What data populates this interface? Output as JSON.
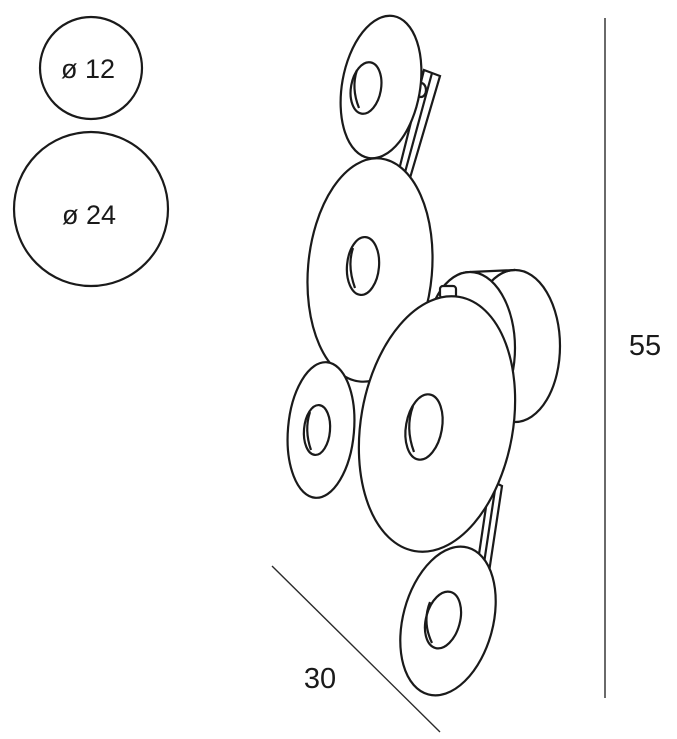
{
  "legend": {
    "small_diameter_label": "ø 12",
    "large_diameter_label": "ø 24"
  },
  "dimensions": {
    "height_label": "55",
    "depth_label": "30"
  },
  "colors": {
    "line": "#1a1a1a",
    "background": "#ffffff"
  }
}
